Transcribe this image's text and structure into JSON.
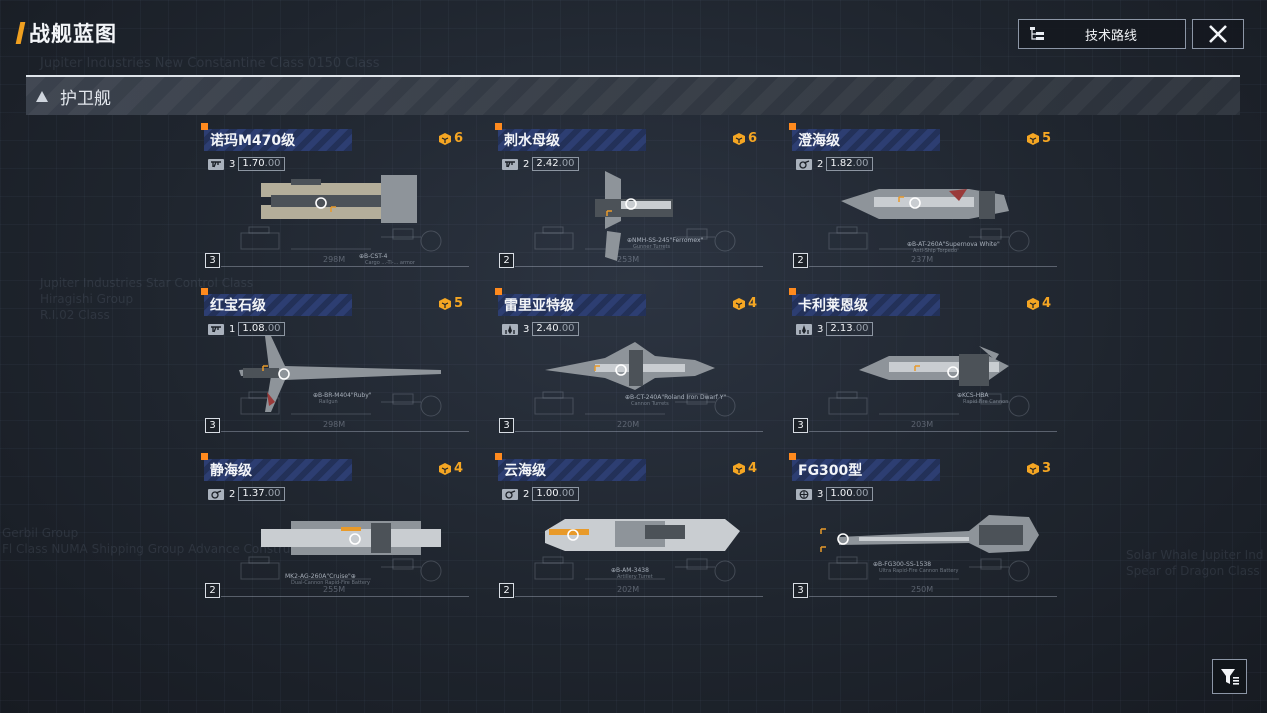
{
  "header": {
    "title": "战舰蓝图"
  },
  "buttons": {
    "tech_route_label": "技术路线"
  },
  "section": {
    "label": "护卫舰"
  },
  "background_text": [
    "Jupiter Industries  New Constantine Class  0150 Class",
    "Jupiter Industries  Star Control Class",
    "Hiragishi Group",
    "R.I.02 Class",
    "Gerbil Group",
    "Fl Class  NUMA Shipping Group Advance Construction",
    "Solar Whale Jupiter Ind",
    "Spear of Dragon Class"
  ],
  "colors": {
    "accent": "#f5a623",
    "marker": "#ff8a1e",
    "header_stripe": "#2d3e72"
  },
  "ships": [
    {
      "name": "诺玛M470级",
      "cost": "6",
      "type_icon": "cannon-icon",
      "level": "3",
      "value_int": "1.70",
      "value_dec": ".00",
      "tier": "3",
      "weapon_label": "⊕B-CST-4",
      "weapon_sub": "Cargo ...-Ti-... armor",
      "length": "298M"
    },
    {
      "name": "刺水母级",
      "cost": "6",
      "type_icon": "cannon-icon",
      "level": "2",
      "value_int": "2.42",
      "value_dec": ".00",
      "tier": "2",
      "weapon_label": "⊕NMH-SS-245\"Ferromex\"",
      "weapon_sub": "Gunner Turrets",
      "length": "253M"
    },
    {
      "name": "澄海级",
      "cost": "5",
      "type_icon": "turret-icon",
      "level": "2",
      "value_int": "1.82",
      "value_dec": ".00",
      "tier": "2",
      "weapon_label": "⊕B-AT-260A\"Supernova White\"",
      "weapon_sub": "Anti-Ship Torpedo",
      "length": "237M"
    },
    {
      "name": "红宝石级",
      "cost": "5",
      "type_icon": "cannon-icon",
      "level": "1",
      "value_int": "1.08",
      "value_dec": ".00",
      "tier": "3",
      "weapon_label": "⊕B-BR-M404\"Ruby\"",
      "weapon_sub": "Railgun",
      "length": "298M"
    },
    {
      "name": "雷里亚特级",
      "cost": "4",
      "type_icon": "missile-icon",
      "level": "3",
      "value_int": "2.40",
      "value_dec": ".00",
      "tier": "3",
      "weapon_label": "⊕B-CT-240A\"Roland Iron Dwarf Y\"",
      "weapon_sub": "Cannon Turrets",
      "length": "220M"
    },
    {
      "name": "卡利莱恩级",
      "cost": "4",
      "type_icon": "missile-icon",
      "level": "3",
      "value_int": "2.13",
      "value_dec": ".00",
      "tier": "3",
      "weapon_label": "⊕KCS-HBA",
      "weapon_sub": "Rapid Fire Cannon",
      "length": "203M"
    },
    {
      "name": "静海级",
      "cost": "4",
      "type_icon": "turret-icon",
      "level": "2",
      "value_int": "1.37",
      "value_dec": ".00",
      "tier": "2",
      "weapon_label": "MK2-AG-260A\"Cruise\"⊕",
      "weapon_sub": "Dual-Cannon Rapid-Fire Battery",
      "length": "255M"
    },
    {
      "name": "云海级",
      "cost": "4",
      "type_icon": "turret-icon",
      "level": "2",
      "value_int": "1.00",
      "value_dec": ".00",
      "tier": "2",
      "weapon_label": "⊕B-AM-3438",
      "weapon_sub": "Artillery Turret",
      "length": "202M"
    },
    {
      "name": "FG300型",
      "cost": "3",
      "type_icon": "globe-icon",
      "level": "3",
      "value_int": "1.00",
      "value_dec": ".00",
      "tier": "3",
      "weapon_label": "⊕B-FG300-SS-1538",
      "weapon_sub": "Ultra Rapid-Fire Cannon Battery",
      "length": "250M"
    }
  ]
}
